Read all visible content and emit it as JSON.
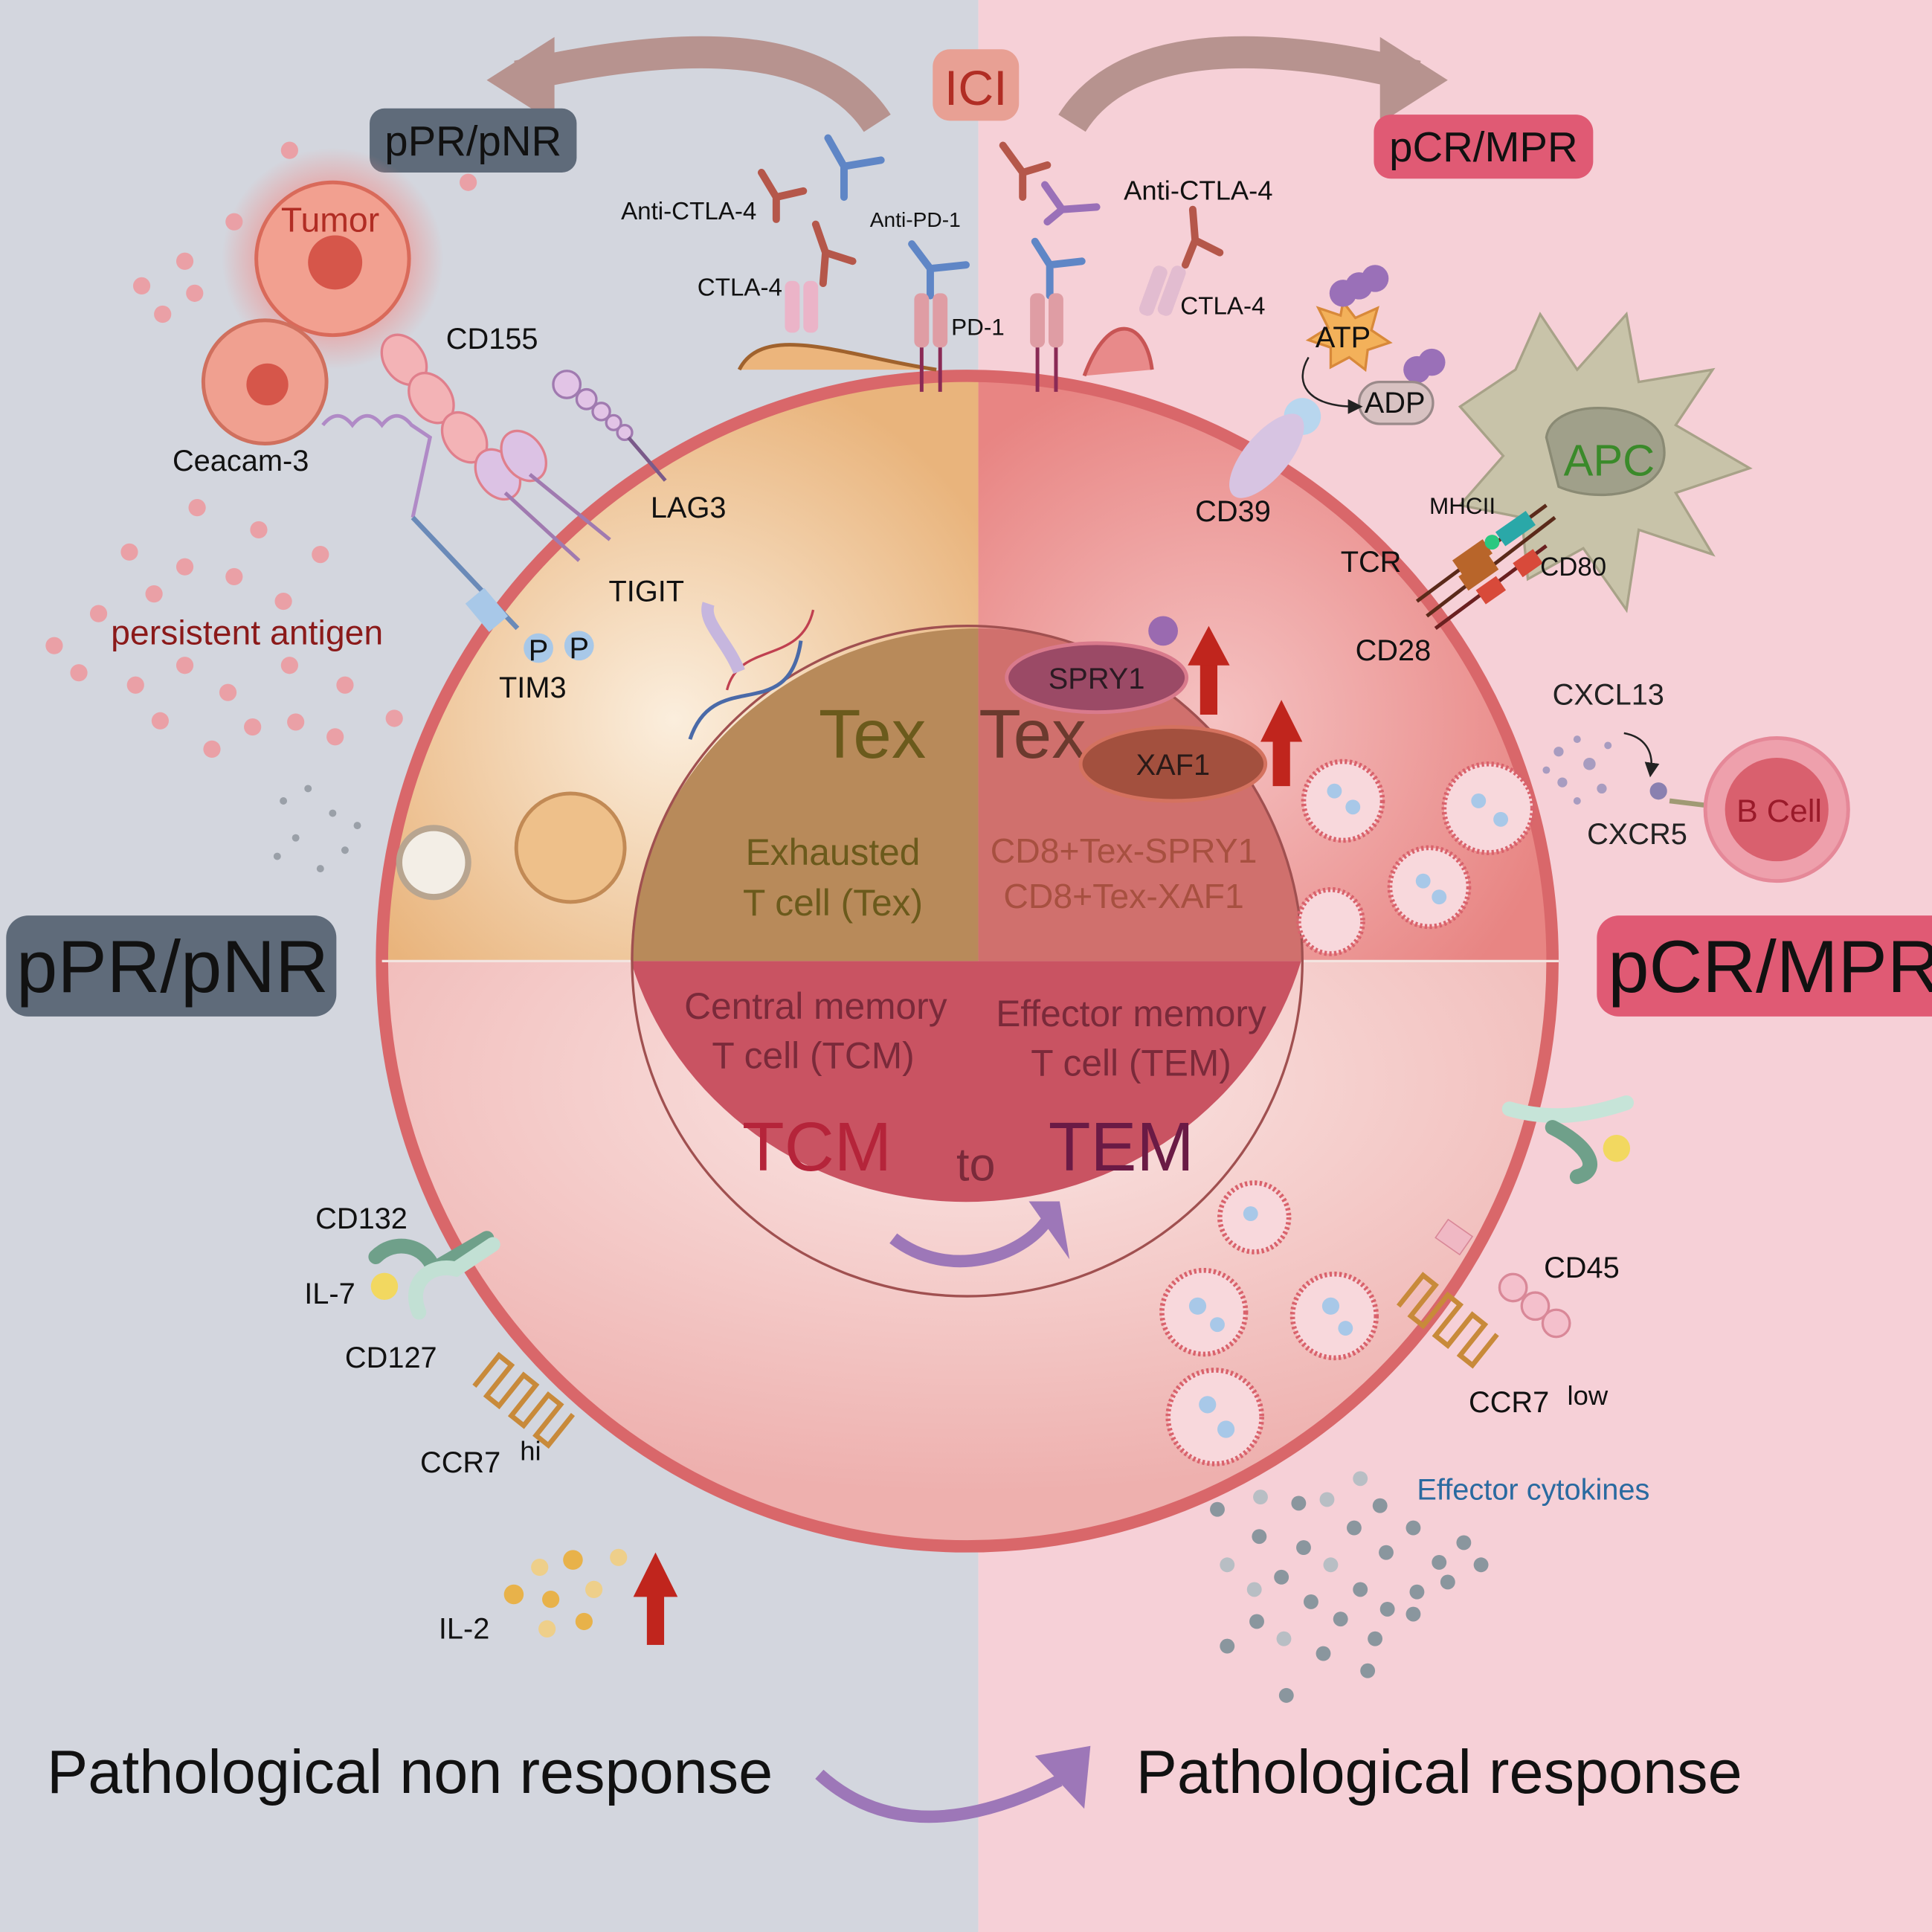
{
  "top": {
    "ici": "ICI",
    "left_badge": "pPR/pNR",
    "right_badge": "pCR/MPR"
  },
  "side_badges": {
    "left": "pPR/pNR",
    "right": "pCR/MPR"
  },
  "left_top_labels": {
    "tumor": "Tumor",
    "cd155": "CD155",
    "ceacam3": "Ceacam-3",
    "lag3": "LAG3",
    "tigit": "TIGIT",
    "tim3": "TIM3",
    "p": "P",
    "persistent_antigen": "persistent antigen",
    "anti_ctla4": "Anti-CTLA-4",
    "ctla4": "CTLA-4",
    "anti_pd1": "Anti-PD-1",
    "pd1": "PD-1"
  },
  "right_top_labels": {
    "anti_ctla4": "Anti-CTLA-4",
    "ctla4": "CTLA-4",
    "atp": "ATP",
    "adp": "ADP",
    "cd39": "CD39",
    "apc": "APC",
    "mhcii": "MHCII",
    "tcr": "TCR",
    "cd80": "CD80",
    "cd28": "CD28",
    "cxcl13": "CXCL13",
    "cxcr5": "CXCR5",
    "b_cell": "B Cell"
  },
  "nucleus": {
    "tex_left": "Tex",
    "tex_right": "Tex",
    "spry1": "SPRY1",
    "xaf1": "XAF1",
    "exhausted_1": "Exhausted",
    "exhausted_2": "T cell (Tex)",
    "subset_1": "CD8+Tex-SPRY1",
    "subset_2": "CD8+Tex-XAF1",
    "tcm_1": "Central memory",
    "tcm_2": "T cell (TCM)",
    "tem_1": "Effector memory",
    "tem_2": "T cell (TEM)",
    "tcm": "TCM",
    "to": "to",
    "tem": "TEM"
  },
  "left_bottom_labels": {
    "cd132": "CD132",
    "il7": "IL-7",
    "cd127": "CD127",
    "ccr7": "CCR7",
    "hi": "hi",
    "il2": "IL-2"
  },
  "right_bottom_labels": {
    "cd45": "CD45",
    "ccr7": "CCR7",
    "low": "low",
    "effector_cytokines": "Effector cytokines"
  },
  "footer": {
    "left": "Pathological non response",
    "right": "Pathological response"
  },
  "colors": {
    "left_bg": "#d3d6de",
    "right_bg": "#f6d0d7",
    "badge_gray": "#5f6b7a",
    "badge_pink": "#e05a74",
    "arrow_red": "#c0251d"
  }
}
